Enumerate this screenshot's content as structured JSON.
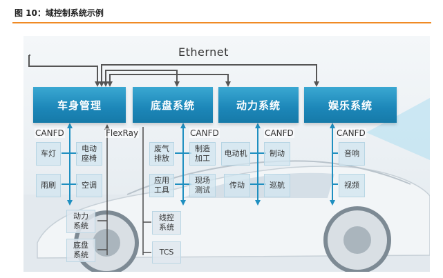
{
  "figure_title": "图 10：域控制系统示例",
  "bus": {
    "ethernet": "Ethernet",
    "flexray": "FlexRay"
  },
  "domains": [
    {
      "label": "车身管理",
      "bus": "CANFD",
      "nodes": [
        "车灯",
        "电动\n座椅",
        "雨刷",
        "空调"
      ]
    },
    {
      "label": "底盘系统",
      "bus": "CANFD",
      "nodes": [
        "废气\n排放",
        "制造\n加工",
        "应用\n工具",
        "现场\n测试"
      ]
    },
    {
      "label": "动力系统",
      "bus": "CANFD",
      "nodes": [
        "电动机",
        "制动",
        "传动",
        "巡航"
      ]
    },
    {
      "label": "娱乐系统",
      "bus": "CANFD",
      "nodes": [
        "音响",
        "视频"
      ]
    }
  ],
  "flexray_nodes": [
    "动力\n系统",
    "底盘\n系统",
    "线控\n系统",
    "TCS"
  ],
  "colors": {
    "accent_rule": "#f08a24",
    "domain_blue": "#1c86b8",
    "bus_arrow": "#1f8fc0",
    "ethernet_line": "#555555"
  }
}
